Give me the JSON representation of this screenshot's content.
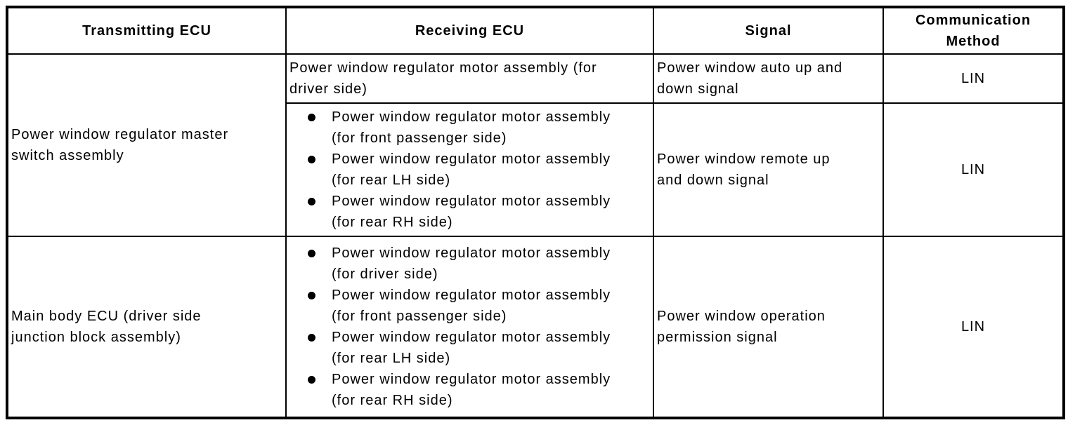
{
  "table": {
    "headers": {
      "transmitting_ecu": "Transmitting ECU",
      "receiving_ecu": "Receiving ECU",
      "signal": "Signal",
      "communication_method": "Communication Method"
    },
    "rows": {
      "master_switch": {
        "transmitting": "Power window regulator master switch assembly",
        "auto": {
          "receiving": "Power window regulator motor assembly (for driver side)",
          "signal": "Power window auto up and down signal",
          "method": "LIN"
        },
        "remote": {
          "receiving_items": [
            "Power window regulator motor assembly (for front passenger side)",
            "Power window regulator motor assembly (for rear LH side)",
            "Power window regulator motor assembly (for rear RH side)"
          ],
          "signal": "Power window remote up and down signal",
          "method": "LIN"
        }
      },
      "main_body_ecu": {
        "transmitting": "Main body ECU (driver side junction block assembly)",
        "receiving_items": [
          "Power window regulator motor assembly (for driver side)",
          "Power window regulator motor assembly (for front passenger side)",
          "Power window regulator motor assembly (for rear LH side)",
          "Power window regulator motor assembly (for rear RH side)"
        ],
        "signal": "Power window operation permission signal",
        "method": "LIN"
      }
    }
  }
}
